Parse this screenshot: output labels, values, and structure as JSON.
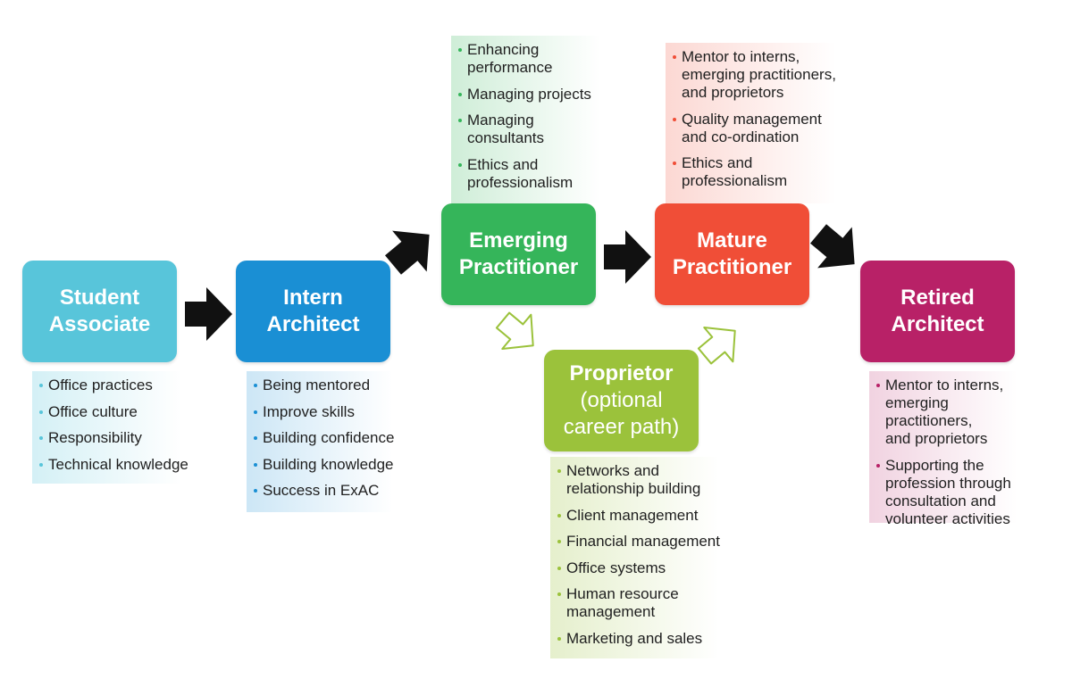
{
  "stages": {
    "student": {
      "line1": "Student",
      "line2": "Associate",
      "color": "#58C5DA"
    },
    "intern": {
      "line1": "Intern",
      "line2": "Architect",
      "color": "#1A8FD4"
    },
    "emerging": {
      "line1": "Emerging",
      "line2": "Practitioner",
      "color": "#35B55A"
    },
    "mature": {
      "line1": "Mature",
      "line2": "Practitioner",
      "color": "#F04E37"
    },
    "retired": {
      "line1": "Retired",
      "line2": "Architect",
      "color": "#B82167"
    },
    "proprietor": {
      "line1": "Proprietor",
      "line2": "(optional",
      "line3": "career path)",
      "color": "#9BC23B"
    }
  },
  "lists": {
    "student": [
      "Office practices",
      "Office culture",
      "Responsibility",
      "Technical knowledge"
    ],
    "intern": [
      "Being mentored",
      "Improve skills",
      "Building confidence",
      "Building knowledge",
      "Success in ExAC"
    ],
    "emerging": [
      [
        "Enhancing",
        "performance"
      ],
      [
        "Managing projects"
      ],
      [
        "Managing",
        "consultants"
      ],
      [
        "Ethics and",
        "professionalism"
      ]
    ],
    "mature": [
      [
        "Mentor to interns,",
        "emerging practitioners,",
        "and proprietors"
      ],
      [
        "Quality management",
        "and co-ordination"
      ],
      [
        "Ethics and",
        "professionalism"
      ]
    ],
    "proprietor": [
      [
        "Networks and",
        "relationship building"
      ],
      [
        "Client management"
      ],
      [
        "Financial management"
      ],
      [
        "Office systems"
      ],
      [
        "Human resource",
        "management"
      ],
      [
        "Marketing and sales"
      ]
    ],
    "retired": [
      [
        "Mentor to interns,",
        "emerging practitioners,",
        "and proprietors"
      ],
      [
        "Supporting the",
        "profession through",
        "consultation and",
        "volunteer activities"
      ]
    ]
  }
}
